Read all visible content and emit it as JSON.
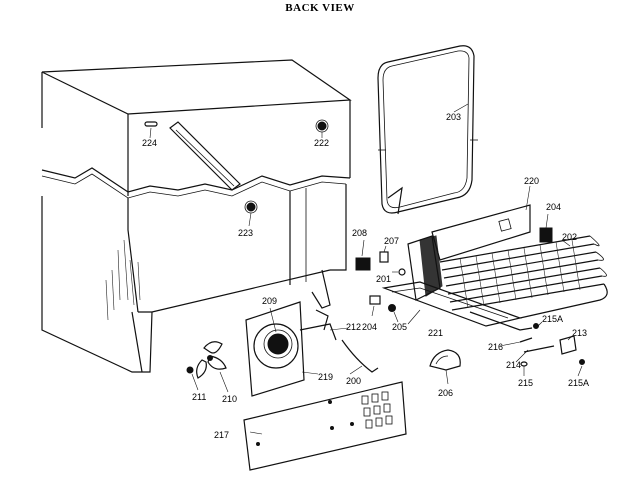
{
  "title": "BACK VIEW",
  "parts": [
    {
      "id": "p201",
      "label": "201"
    },
    {
      "id": "p202",
      "label": "202"
    },
    {
      "id": "p203",
      "label": "203"
    },
    {
      "id": "p204a",
      "label": "204"
    },
    {
      "id": "p204b",
      "label": "204"
    },
    {
      "id": "p205",
      "label": "205"
    },
    {
      "id": "p206",
      "label": "206"
    },
    {
      "id": "p207",
      "label": "207"
    },
    {
      "id": "p208",
      "label": "208"
    },
    {
      "id": "p209",
      "label": "209"
    },
    {
      "id": "p210",
      "label": "210"
    },
    {
      "id": "p211",
      "label": "211"
    },
    {
      "id": "p212",
      "label": "212"
    },
    {
      "id": "p213",
      "label": "213"
    },
    {
      "id": "p214",
      "label": "214"
    },
    {
      "id": "p215",
      "label": "215"
    },
    {
      "id": "p215a1",
      "label": "215A"
    },
    {
      "id": "p215a2",
      "label": "215A"
    },
    {
      "id": "p216",
      "label": "216"
    },
    {
      "id": "p217",
      "label": "217"
    },
    {
      "id": "p219",
      "label": "219"
    },
    {
      "id": "p220",
      "label": "220"
    },
    {
      "id": "p221",
      "label": "221"
    },
    {
      "id": "p222",
      "label": "222"
    },
    {
      "id": "p223",
      "label": "223"
    },
    {
      "id": "p224",
      "label": "224"
    },
    {
      "id": "p200",
      "label": "200"
    }
  ]
}
